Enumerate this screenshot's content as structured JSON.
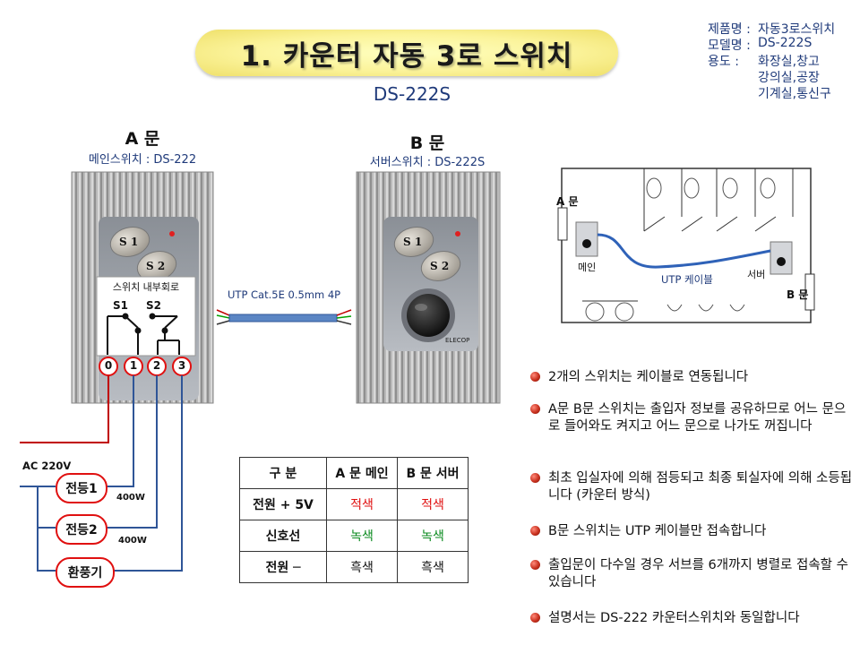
{
  "title": "1. 카운터 자동 3로 스위치",
  "model_code": "DS-222S",
  "info": [
    {
      "label": "제품명 :",
      "value": "자동3로스위치"
    },
    {
      "label": "모델명 :",
      "value": "DS-222S"
    },
    {
      "label": "용도    :",
      "value": "화장실,창고"
    }
  ],
  "info_extra": [
    "강의실,공장",
    "기계실,통신구"
  ],
  "door_a": {
    "title": "A 문",
    "subtitle": "메인스위치 : DS-222"
  },
  "door_b": {
    "title": "B 문",
    "subtitle": "서버스위치 : DS-222S"
  },
  "switch_labels": [
    "S 1",
    "S 2"
  ],
  "circuit": {
    "title": "스위치 내부회로",
    "s1": "S1",
    "s2": "S2",
    "terminals": [
      "0",
      "1",
      "2",
      "3"
    ]
  },
  "cable_label": "UTP  Cat.5E  0.5mm  4P",
  "brand": "ELECOP",
  "power_label": "AC 220V",
  "loads": [
    {
      "name": "전등1",
      "watt": "400W"
    },
    {
      "name": "전등2",
      "watt": "400W"
    },
    {
      "name": "환풍기",
      "watt": ""
    }
  ],
  "table": {
    "headers": [
      "구  분",
      "A 문 메인",
      "B 문 서버"
    ],
    "rows": [
      {
        "label": "전원 + 5V",
        "a": "적색",
        "b": "적색",
        "color": "red"
      },
      {
        "label": "신호선",
        "a": "녹색",
        "b": "녹색",
        "color": "green"
      },
      {
        "label": "전원 ─",
        "a": "흑색",
        "b": "흑색",
        "color": "black"
      }
    ]
  },
  "floorplan": {
    "door_a": "A 문",
    "door_b": "B 문",
    "main": "메인",
    "server": "서버",
    "cable": "UTP  케이블"
  },
  "bullets": [
    "2개의 스위치는 케이블로 연동됩니다",
    "A문 B문 스위치는 출입자 정보를 공유하므로 어느 문으로 들어와도 켜지고 어느 문으로 나가도 꺼집니다",
    "최초 입실자에 의해 점등되고 최종 퇴실자에 의해 소등됩니다 (카운터 방식)",
    "B문 스위치는 UTP 케이블만 접속합니다",
    "출입문이 다수일 경우 서브를 6개까지 병렬로 접속할 수 있습니다",
    "설명서는 DS-222 카운터스위치와 동일합니다"
  ],
  "colors": {
    "accent_blue": "#1f3a7a",
    "wire_blue": "#2f5597",
    "wire_red": "#c00000",
    "load_border": "#e01010"
  }
}
